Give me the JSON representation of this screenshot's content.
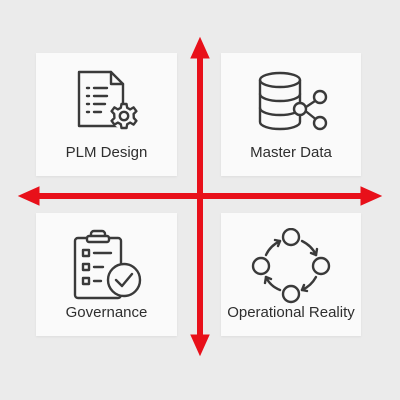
{
  "quadrants": {
    "top_left": {
      "label": "PLM Design",
      "icon": "document-gear-icon"
    },
    "top_right": {
      "label": "Master Data",
      "icon": "database-share-icon"
    },
    "bottom_left": {
      "label": "Governance",
      "icon": "clipboard-check-icon"
    },
    "bottom_right": {
      "label": "Operational Reality",
      "icon": "cycle-nodes-icon"
    }
  },
  "colors": {
    "background": "#ebebeb",
    "card": "#fafafa",
    "axis": "#e8101a",
    "icon_stroke": "#3a3a3a",
    "text": "#2e2e2e"
  }
}
